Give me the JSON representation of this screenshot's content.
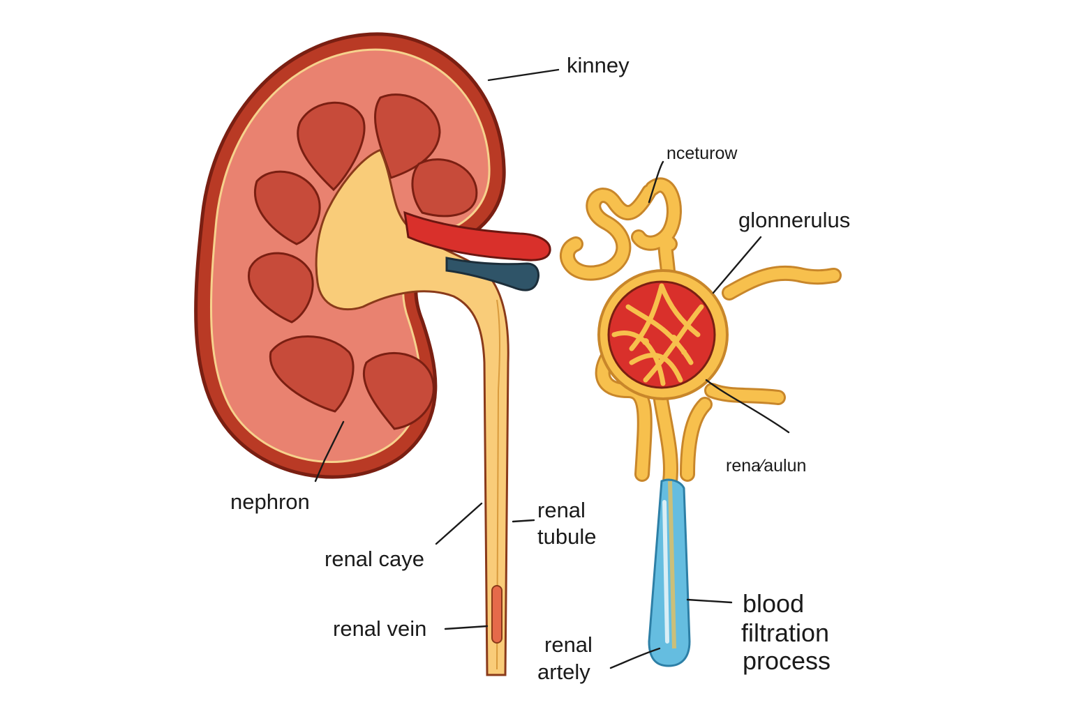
{
  "labels": {
    "kidney": "kinney",
    "nephron": "nephron",
    "renal_cave": "renal caye",
    "renal_vein": "renal vein",
    "renal_tubule_1": "renal",
    "renal_tubule_2": "tubule",
    "nceturow": "nceturow",
    "glomerulus": "glonnerulus",
    "rena_aulun": "rena⁄aulun",
    "renal_artery_1": "renal",
    "renal_artery_2": "artely",
    "blood_1": "blood",
    "blood_2": "filtration",
    "blood_3": "process"
  },
  "colors": {
    "capsule": "#b93a25",
    "cortex": "#e98270",
    "medulla": "#c74b3a",
    "pelvis": "#f9cc79",
    "tubule": "#f7c04d",
    "artery": "#d9302b",
    "vein": "#2f5468",
    "collecting": "#65bde0"
  }
}
